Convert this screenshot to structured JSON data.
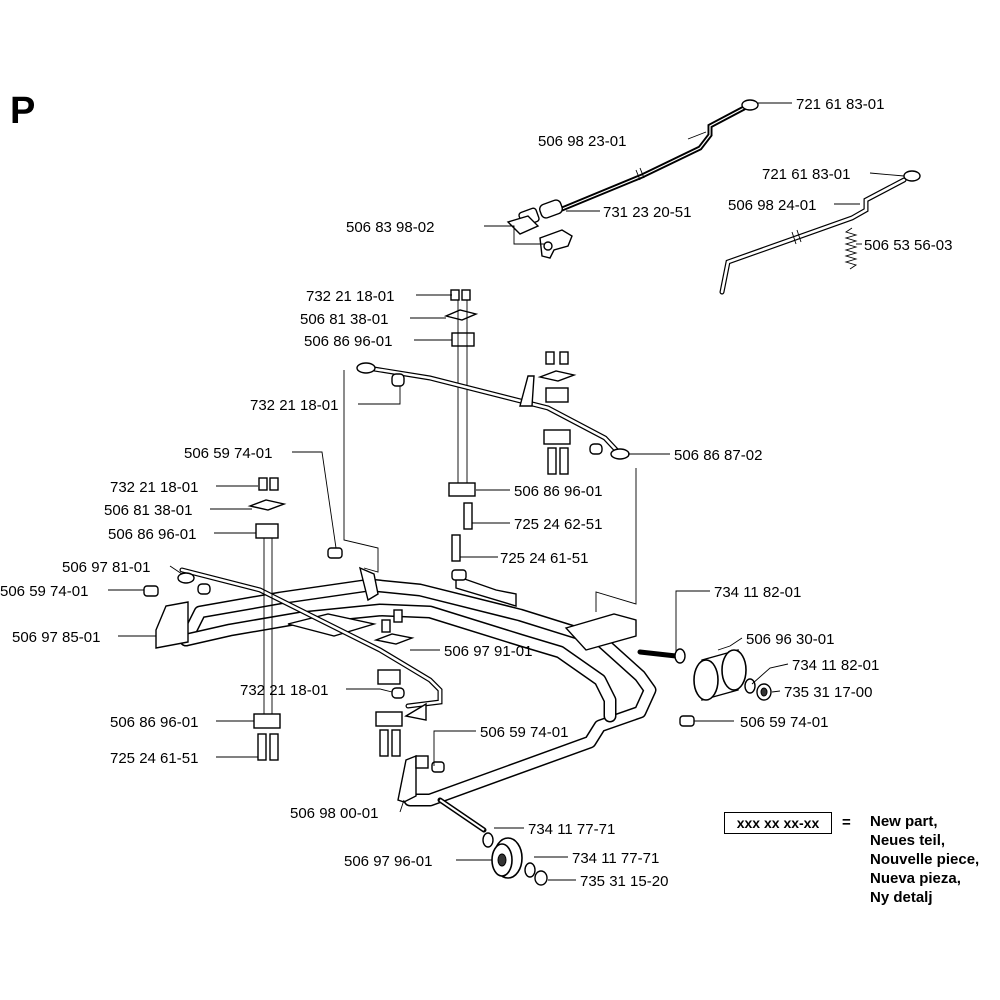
{
  "page": {
    "letter": "P"
  },
  "callouts": [
    "721 61 83-01",
    "506 98 23-01",
    "731 23 20-51",
    "506 83 98-02",
    "721 61 83-01",
    "506 98 24-01",
    "506 53 56-03",
    "732 21 18-01",
    "506 81 38-01",
    "506 86 96-01",
    "732 21 18-01",
    "506 86 87-02",
    "506 86 96-01",
    "725 24 62-51",
    "725 24 61-51",
    "506 59 74-01",
    "732 21 18-01",
    "506 81 38-01",
    "506 86 96-01",
    "506 97 81-01",
    "506 59 74-01",
    "506 97 85-01",
    "506 97 91-01",
    "732 21 18-01",
    "506 86 96-01",
    "725 24 61-51",
    "506 59 74-01",
    "734 11 82-01",
    "506 96 30-01",
    "734 11 82-01",
    "735 31 17-00",
    "506 59 74-01",
    "506 98 00-01",
    "734 11 77-71",
    "506 97 96-01",
    "734 11 77-71",
    "735 31 15-20"
  ],
  "legend": {
    "code": "xxx xx xx-xx",
    "equals": "=",
    "lines": [
      "New part,",
      "Neues teil,",
      "Nouvelle piece,",
      "Nueva pieza,",
      "Ny detalj"
    ]
  }
}
